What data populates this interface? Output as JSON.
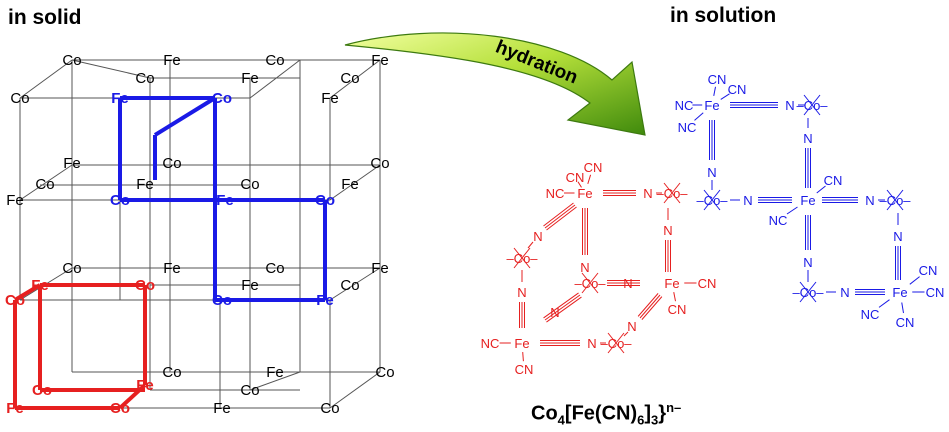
{
  "titles": {
    "solid": "in solid",
    "solution": "in solution",
    "arrow": "hydration"
  },
  "formula": {
    "main": "Co",
    "sub1": "4",
    "mid": "[Fe(CN)",
    "sub2": "6",
    "end": "]",
    "sub3": "3",
    "close": "}",
    "sup": "n–"
  },
  "atoms": {
    "co": "Co",
    "fe": "Fe",
    "cn": "CN",
    "nc": "NC",
    "n": "N",
    "cobond": "–Co–"
  },
  "colors": {
    "black": "#000000",
    "blue": "#1a1ae6",
    "red": "#e62020",
    "grid": "#555555",
    "arrow_light": "#d6f25a",
    "arrow_dark": "#4f9a10"
  }
}
